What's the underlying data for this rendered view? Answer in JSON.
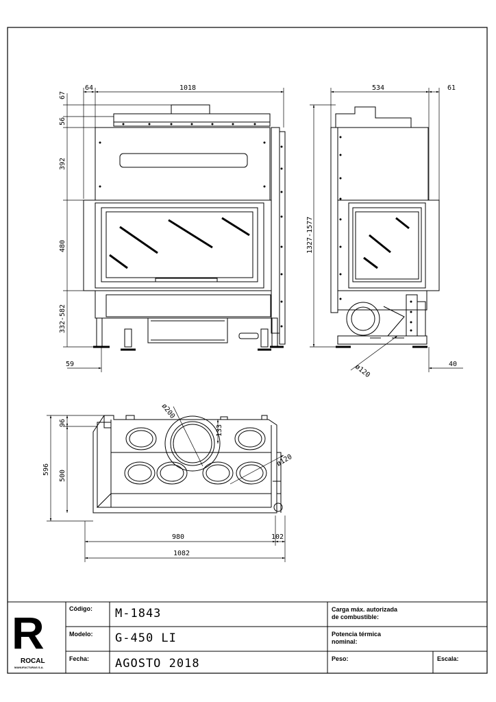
{
  "drawing": {
    "front_view": {
      "dims": {
        "top_left_small": "64",
        "width_top": "1018",
        "h1": "67",
        "h2": "56",
        "h3": "392",
        "h4": "480",
        "h5": "332-582",
        "bottom_left": "59"
      }
    },
    "side_view": {
      "dims": {
        "depth": "534",
        "top_right": "61",
        "height": "1327-1577",
        "bottom_right": "40",
        "flue_diameter": "ø120"
      }
    },
    "plan_view": {
      "dims": {
        "outlet_diameter": "ø200",
        "outlet_offset": "133",
        "side_diameter": "ø120",
        "depth_top": "96",
        "depth_total": "596",
        "depth_inner": "500",
        "width_inner": "980",
        "width_side": "102",
        "width_total": "1082"
      }
    }
  },
  "title_block": {
    "logo_mark": "R",
    "logo_name": "ROCAL",
    "logo_sub": "MANUFACTURAS S.A.",
    "codigo_label": "Código:",
    "codigo_value": "M-1843",
    "modelo_label": "Modelo:",
    "modelo_value": "G-450 LI",
    "fecha_label": "Fecha:",
    "fecha_value": "AGOSTO 2018",
    "carga_label_1": "Carga máx. autorizada",
    "carga_label_2": "de combustible:",
    "potencia_label_1": "Potencia térmica",
    "potencia_label_2": "nominal:",
    "peso_label": "Peso:",
    "escala_label": "Escala:"
  }
}
